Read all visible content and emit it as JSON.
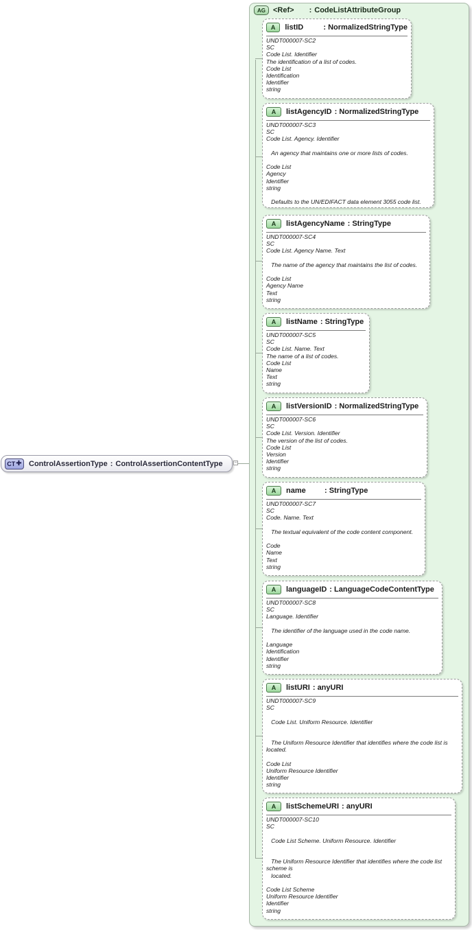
{
  "complex_type": {
    "badge": "CT",
    "name": "ControlAssertionType",
    "type_sep": ":",
    "type": "ControlAssertionContentType",
    "collapse_symbol": "−"
  },
  "attribute_group": {
    "badge": "AG",
    "name": "<Ref>",
    "type_sep": ":",
    "type": "CodeListAttributeGroup"
  },
  "attributes": [
    {
      "badge": "A",
      "name": "listID",
      "type": ": NormalizedStringType",
      "lines": [
        "UNDT000007-SC2",
        "SC",
        "Code List. Identifier",
        "The identification of a list of codes.",
        "Code List",
        "Identification",
        "Identifier",
        "string"
      ]
    },
    {
      "badge": "A",
      "name": "listAgencyID",
      "type": ": NormalizedStringType",
      "lines": [
        "UNDT000007-SC3",
        "SC",
        "Code List. Agency. Identifier",
        "",
        "   An agency that maintains one or more lists of codes.",
        "",
        "Code List",
        "Agency",
        "Identifier",
        "string",
        "",
        "   Defaults to the UN/EDIFACT data element 3055 code list."
      ]
    },
    {
      "badge": "A",
      "name": "listAgencyName",
      "type": ": StringType",
      "lines": [
        "UNDT000007-SC4",
        "SC",
        "Code List. Agency Name. Text",
        "",
        "   The name of the agency that maintains the list of codes.",
        "",
        "Code List",
        "Agency Name",
        "Text",
        "string"
      ]
    },
    {
      "badge": "A",
      "name": "listName",
      "type": ": StringType",
      "lines": [
        "UNDT000007-SC5",
        "SC",
        "Code List. Name. Text",
        "The name of a list of codes.",
        "Code List",
        "Name",
        "Text",
        "string"
      ]
    },
    {
      "badge": "A",
      "name": "listVersionID",
      "type": ": NormalizedStringType",
      "lines": [
        "UNDT000007-SC6",
        "SC",
        "Code List. Version. Identifier",
        "The version of the list of codes.",
        "Code List",
        "Version",
        "Identifier",
        "string"
      ]
    },
    {
      "badge": "A",
      "name": "name",
      "type": ": StringType",
      "lines": [
        "UNDT000007-SC7",
        "SC",
        "Code. Name. Text",
        "",
        "   The textual equivalent of the code content component.",
        "",
        "Code",
        "Name",
        "Text",
        "string"
      ]
    },
    {
      "badge": "A",
      "name": "languageID",
      "type": ": LanguageCodeContentType",
      "lines": [
        "UNDT000007-SC8",
        "SC",
        "Language. Identifier",
        "",
        "   The identifier of the language used in the code name.",
        "",
        "Language",
        "Identification",
        "Identifier",
        "string"
      ]
    },
    {
      "badge": "A",
      "name": "listURI",
      "type": ": anyURI",
      "lines": [
        "UNDT000007-SC9",
        "SC",
        "",
        "   Code List. Uniform Resource. Identifier",
        "",
        "",
        "   The Uniform Resource Identifier that identifies where the code list is",
        "located.",
        "",
        "Code List",
        "Uniform Resource Identifier",
        "Identifier",
        "string"
      ]
    },
    {
      "badge": "A",
      "name": "listSchemeURI",
      "type": ": anyURI",
      "lines": [
        "UNDT000007-SC10",
        "SC",
        "",
        "   Code List Scheme. Uniform Resource. Identifier",
        "",
        "",
        "   The Uniform Resource Identifier that identifies where the code list",
        "scheme is",
        "   located.",
        "",
        "Code List Scheme",
        "Uniform Resource Identifier",
        "Identifier",
        "string"
      ]
    }
  ]
}
